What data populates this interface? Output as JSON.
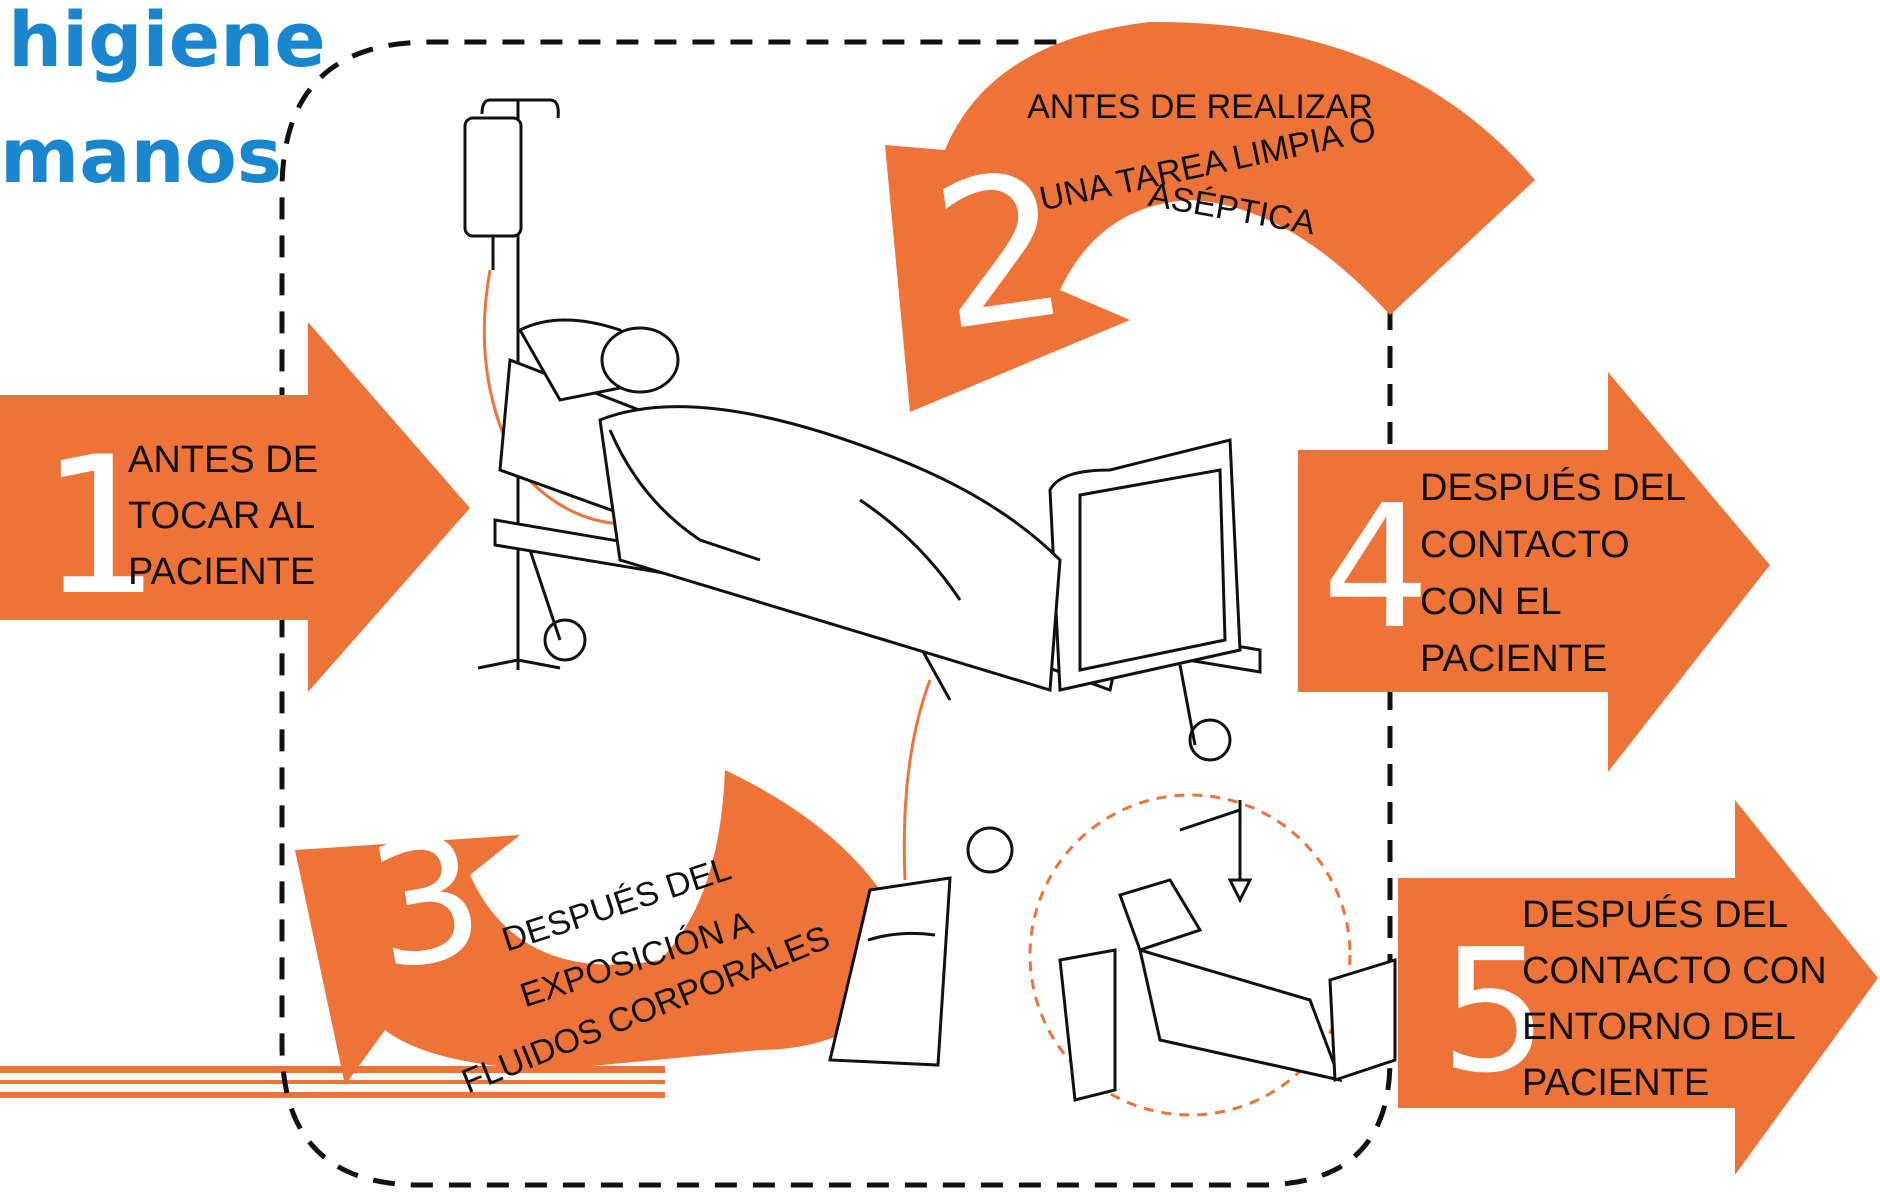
{
  "title": {
    "line1": "higiene",
    "line2": "manos"
  },
  "colors": {
    "accent": "#ee7338",
    "title": "#1a86cf",
    "text": "#111111",
    "number": "#ffffff",
    "dashed_border": "#111111",
    "lines": "#ee7338"
  },
  "moments": [
    {
      "number": "1",
      "lines": [
        "ANTES DE",
        "TOCAR AL",
        "PACIENTE"
      ]
    },
    {
      "number": "2",
      "lines": [
        "ANTES DE REALIZAR",
        "UNA TAREA LIMPIA O",
        "ASÉPTICA"
      ]
    },
    {
      "number": "3",
      "lines": [
        "DESPUÉS DEL",
        "EXPOSICIÓN A",
        "FLUIDOS CORPORALES"
      ]
    },
    {
      "number": "4",
      "lines": [
        "DESPUÉS DEL",
        "CONTACTO",
        "CON EL",
        "PACIENTE"
      ]
    },
    {
      "number": "5",
      "lines": [
        "DESPUÉS DEL",
        "CONTACTO CON",
        "ENTORNO DEL",
        "PACIENTE"
      ]
    }
  ],
  "illustrations": [
    "hospital-bed-with-patient",
    "iv-drip-stand",
    "urine-drainage-bag",
    "patient-surroundings-bed",
    "bedside-cabinet"
  ]
}
